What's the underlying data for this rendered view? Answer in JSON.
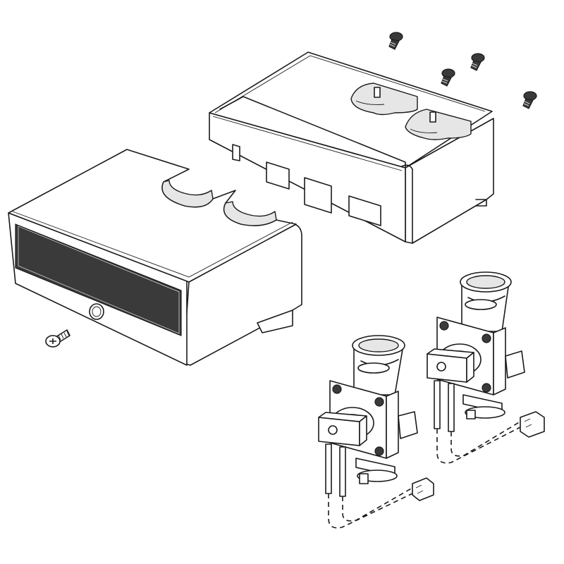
{
  "diagram": {
    "kind": "exploded-assembly",
    "colors": {
      "line": "#1a1a1a",
      "fill": "#ffffff",
      "shade": "#e6e6e6",
      "dark": "#3a3a3a"
    },
    "parts": [
      {
        "id": "front-cover",
        "icon": "front-cover-icon"
      },
      {
        "id": "rear-housing",
        "icon": "rear-housing-icon"
      },
      {
        "id": "valve-left",
        "icon": "solenoid-valve-icon"
      },
      {
        "id": "valve-right",
        "icon": "solenoid-valve-icon"
      },
      {
        "id": "front-screw",
        "icon": "phillips-screw-icon"
      },
      {
        "id": "top-screws",
        "count": 4,
        "icon": "screw-icon"
      },
      {
        "id": "wire-harness-left",
        "icon": "dashed-wire-icon"
      },
      {
        "id": "wire-harness-right",
        "icon": "dashed-wire-icon"
      }
    ]
  }
}
